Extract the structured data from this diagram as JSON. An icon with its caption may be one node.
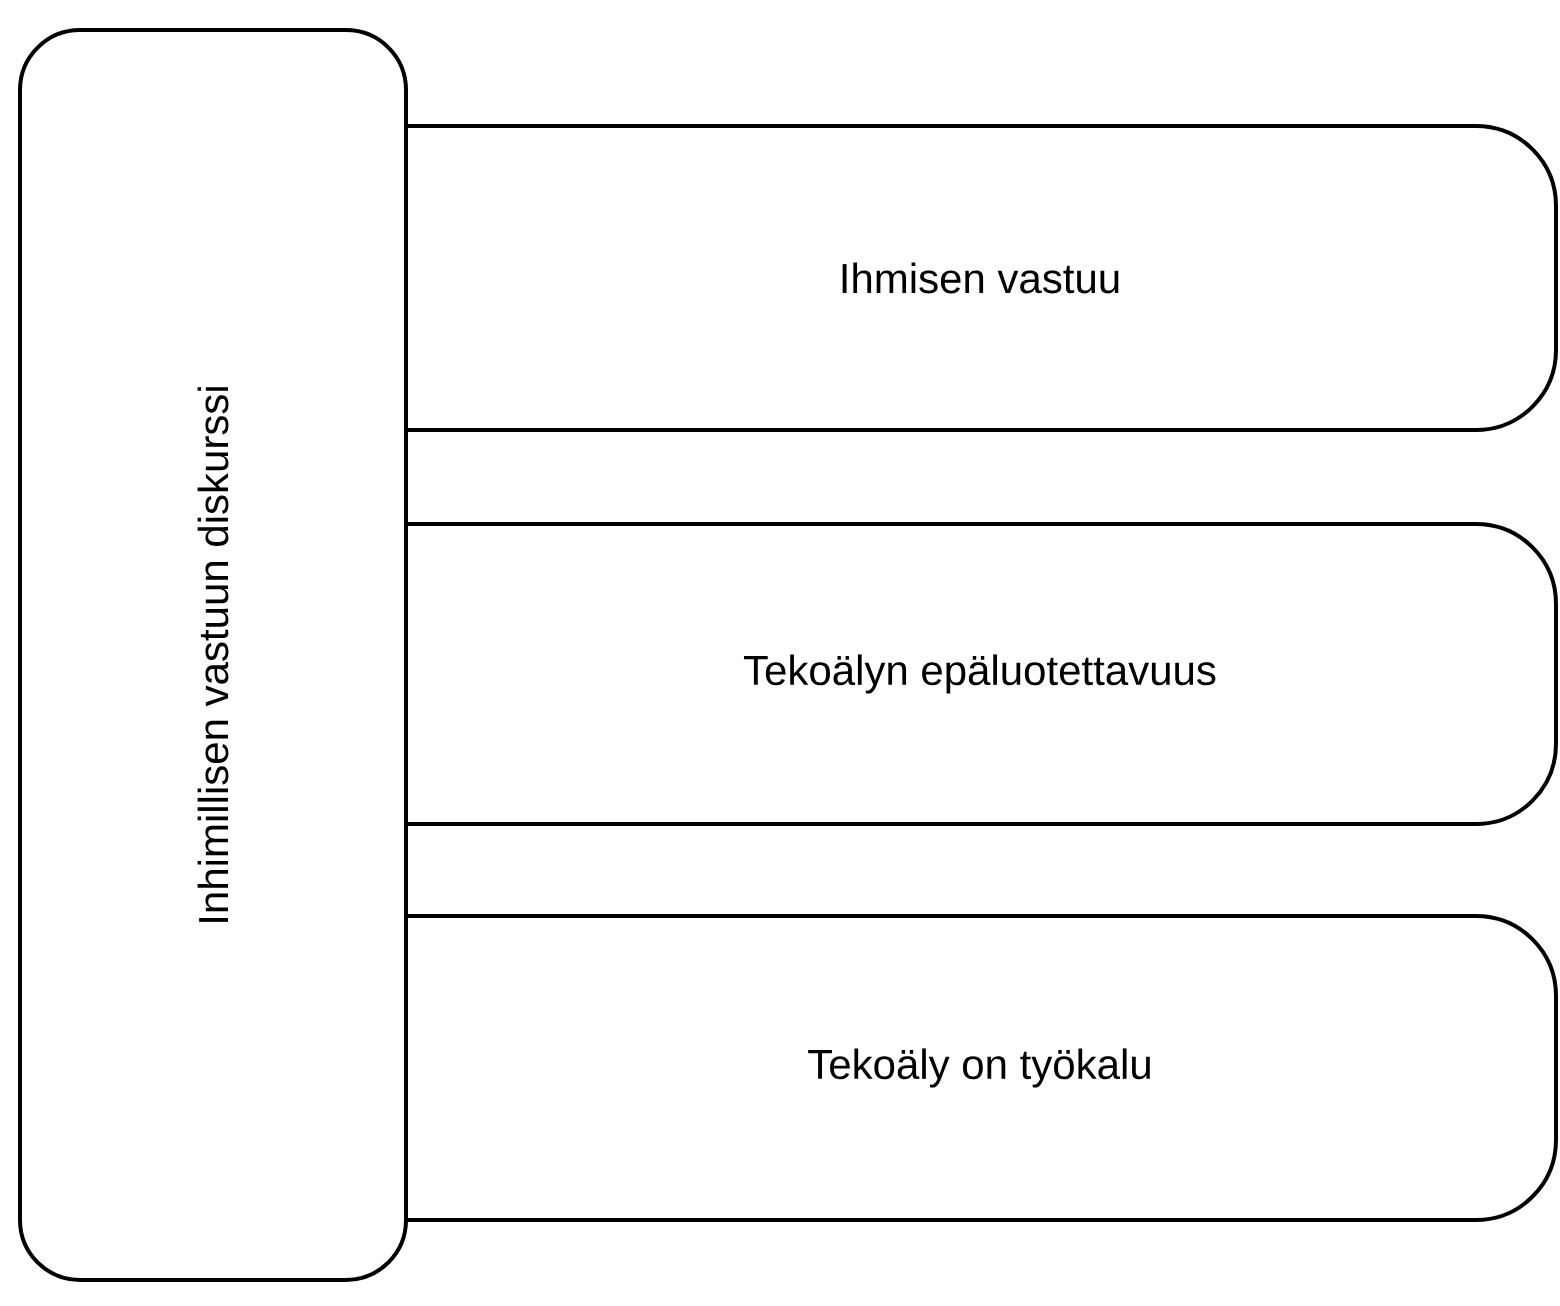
{
  "diagram": {
    "nodes": [
      {
        "text": [
          "Inhimillisen vastuun diskurssi"
        ]
      },
      {
        "text": [
          "Ihmisen vastuu"
        ]
      },
      {
        "text": [
          "Tekoälyn epäluotettavuus"
        ]
      },
      {
        "text": [
          "Tekoäly on työkalu"
        ]
      }
    ]
  }
}
